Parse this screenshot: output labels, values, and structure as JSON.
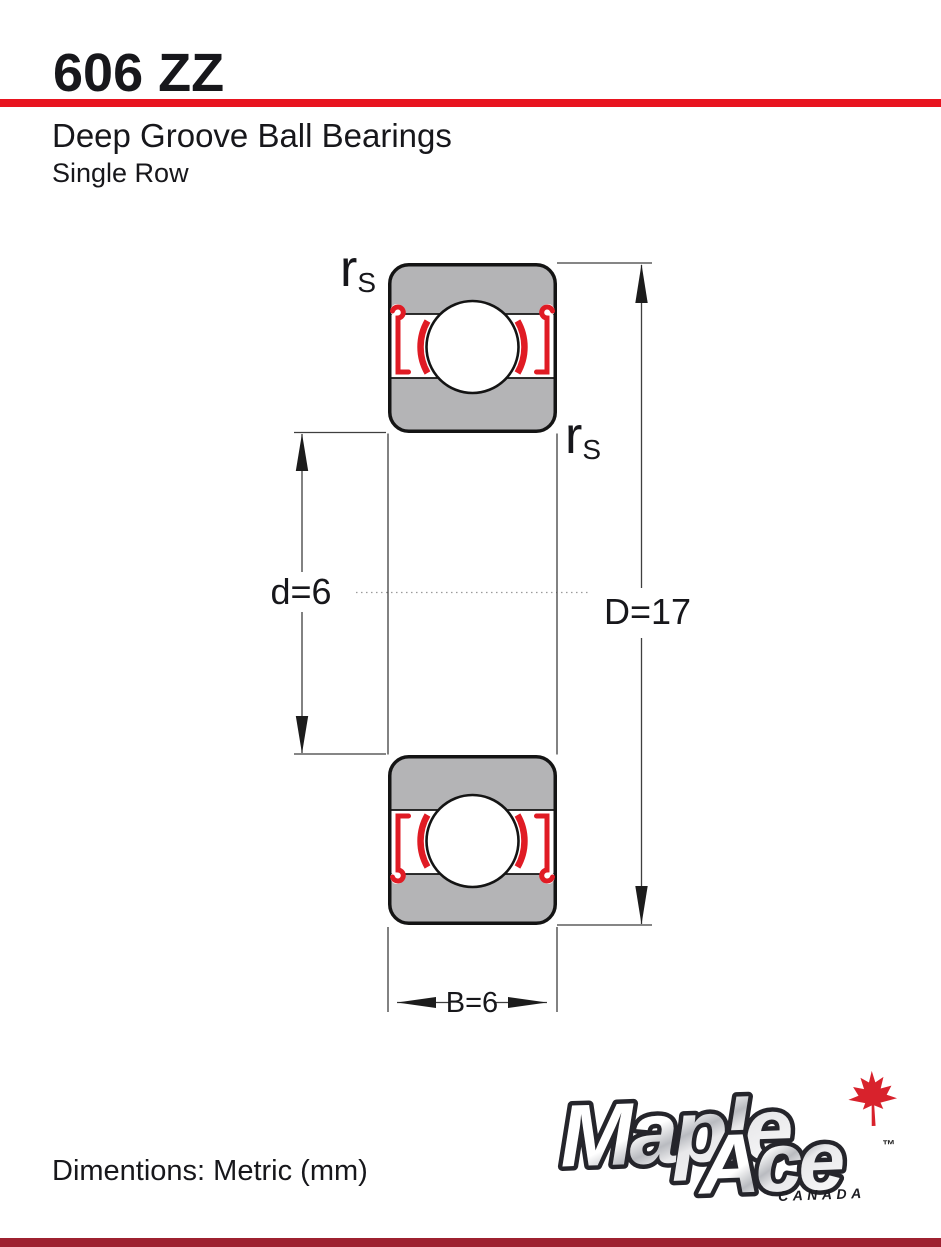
{
  "header": {
    "part_number": "606 ZZ",
    "product_line": "Deep Groove Ball Bearings",
    "row_type": "Single Row"
  },
  "drawing": {
    "label_r": "r",
    "label_r_sub": "S",
    "bore_dim": "d=6",
    "outer_dim": "D=17",
    "width_dim": "B=6"
  },
  "logo": {
    "word1": "Maple",
    "word2": "Ace",
    "trademark": "™",
    "country": "CANADA"
  },
  "footer": {
    "note": "Dimentions: Metric (mm)"
  },
  "colors": {
    "rule-red": "#e8141f",
    "footer-bar": "#9e2130",
    "ring-gray": "#b4b4b6",
    "seal-red": "#e01b24",
    "outline-dark": "#141414",
    "dim-line": "#3f3f3f",
    "leaf-red": "#d8222c",
    "text-dark": "#17171b"
  }
}
